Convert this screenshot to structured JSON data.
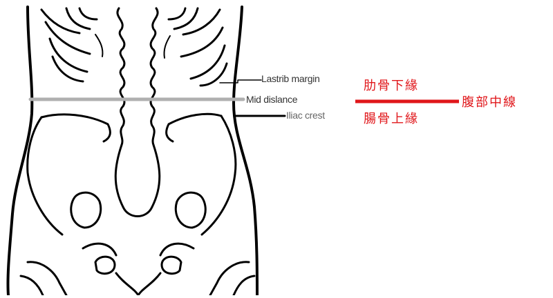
{
  "labels": {
    "last_rib_margin": "Lastrib margin",
    "mid_distance": "Mid dislance",
    "iliac_crest": "Iliac crest"
  },
  "chinese_labels": {
    "rib_lower_edge": "肋骨下緣",
    "iliac_upper_edge": "腸骨上緣",
    "abdominal_midline": "腹部中線"
  },
  "colors": {
    "annotation_red": "#e0161a",
    "midline_gray": "#b0b0b0",
    "outline_black": "#000000"
  }
}
